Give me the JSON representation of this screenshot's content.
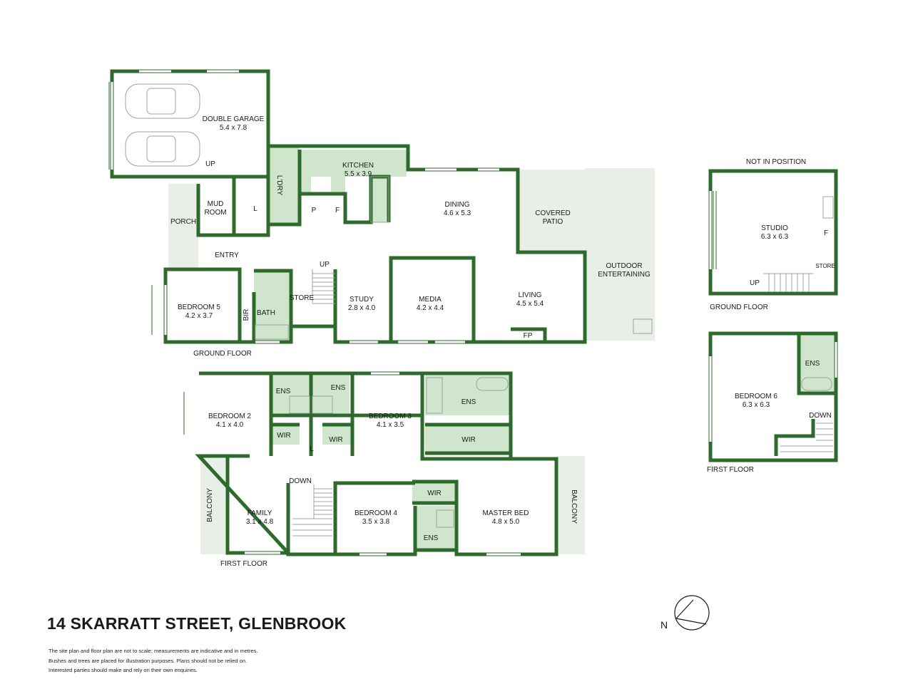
{
  "title": "14 SKARRATT STREET, GLENBROOK",
  "disclaimer": [
    "The site plan and floor plan are not to scale; measurements are indicative and in metres.",
    "Bushes and trees are placed for illustration purposes. Plans should not be relied on.",
    "Interested parties should make and rely on their own enquiries."
  ],
  "compass": {
    "label": "N"
  },
  "colors": {
    "wall": "#2d6a2b",
    "wet_area": "#cfe6cc",
    "outdoor": "#e8efe7",
    "floor": "#ffffff"
  },
  "floor_labels": {
    "main_ground": "GROUND FLOOR",
    "main_first": "FIRST FLOOR",
    "studio_ground": "GROUND FLOOR",
    "studio_first": "FIRST FLOOR",
    "not_in_position": "NOT IN POSITION"
  },
  "rooms": {
    "garage": {
      "name": "DOUBLE GARAGE",
      "size": "5.4 x 7.8"
    },
    "kitchen": {
      "name": "KITCHEN",
      "size": "5.5 x 3.9"
    },
    "dining": {
      "name": "DINING",
      "size": "4.6 x 5.3"
    },
    "covered_patio": {
      "name1": "COVERED",
      "name2": "PATIO"
    },
    "outdoor": {
      "name1": "OUTDOOR",
      "name2": "ENTERTAINING"
    },
    "mud_room": {
      "name1": "MUD",
      "name2": "ROOM"
    },
    "porch": {
      "name": "PORCH"
    },
    "entry": {
      "name": "ENTRY"
    },
    "laundry": {
      "name": "L'DRY"
    },
    "laundry_l": {
      "name": "L"
    },
    "pantry": {
      "name": "P"
    },
    "fridge": {
      "name": "F"
    },
    "bedroom5": {
      "name": "BEDROOM 5",
      "size": "4.2 x 3.7"
    },
    "bir": {
      "name": "BIR"
    },
    "bath": {
      "name": "BATH"
    },
    "store": {
      "name": "STORE"
    },
    "up_main": {
      "name": "UP"
    },
    "up_garage": {
      "name": "UP"
    },
    "study": {
      "name": "STUDY",
      "size": "2.8 x 4.0"
    },
    "media": {
      "name": "MEDIA",
      "size": "4.2 x 4.4"
    },
    "living": {
      "name": "LIVING",
      "size": "4.5 x 5.4"
    },
    "fp": {
      "name": "FP"
    },
    "bedroom2": {
      "name": "BEDROOM 2",
      "size": "4.1 x 4.0"
    },
    "ens_b2": {
      "name": "ENS"
    },
    "ens_b3": {
      "name": "ENS"
    },
    "bedroom3": {
      "name": "BEDROOM 3",
      "size": "4.1 x 3.5"
    },
    "ens_master": {
      "name": "ENS"
    },
    "wir_b2": {
      "name": "WIR"
    },
    "wir_b3": {
      "name": "WIR"
    },
    "wir_master": {
      "name": "WIR"
    },
    "linen": {
      "name": "L"
    },
    "balcony_left": {
      "name": "BALCONY"
    },
    "balcony_right": {
      "name": "BALCONY"
    },
    "down_main": {
      "name": "DOWN"
    },
    "family": {
      "name": "FAMILY",
      "size": "3.1 x 4.8"
    },
    "bedroom4": {
      "name": "BEDROOM 4",
      "size": "3.5 x 3.8"
    },
    "wir_b4": {
      "name": "WIR"
    },
    "ens_b4": {
      "name": "ENS"
    },
    "master": {
      "name": "MASTER BED",
      "size": "4.8 x 5.0"
    },
    "studio": {
      "name": "STUDIO",
      "size": "6.3 x 6.3"
    },
    "studio_f": {
      "name": "F"
    },
    "studio_store": {
      "name": "STORE"
    },
    "studio_up": {
      "name": "UP"
    },
    "bedroom6": {
      "name": "BEDROOM 6",
      "size": "6.3 x 6.3"
    },
    "ens_b6": {
      "name": "ENS"
    },
    "down_studio": {
      "name": "DOWN"
    }
  }
}
